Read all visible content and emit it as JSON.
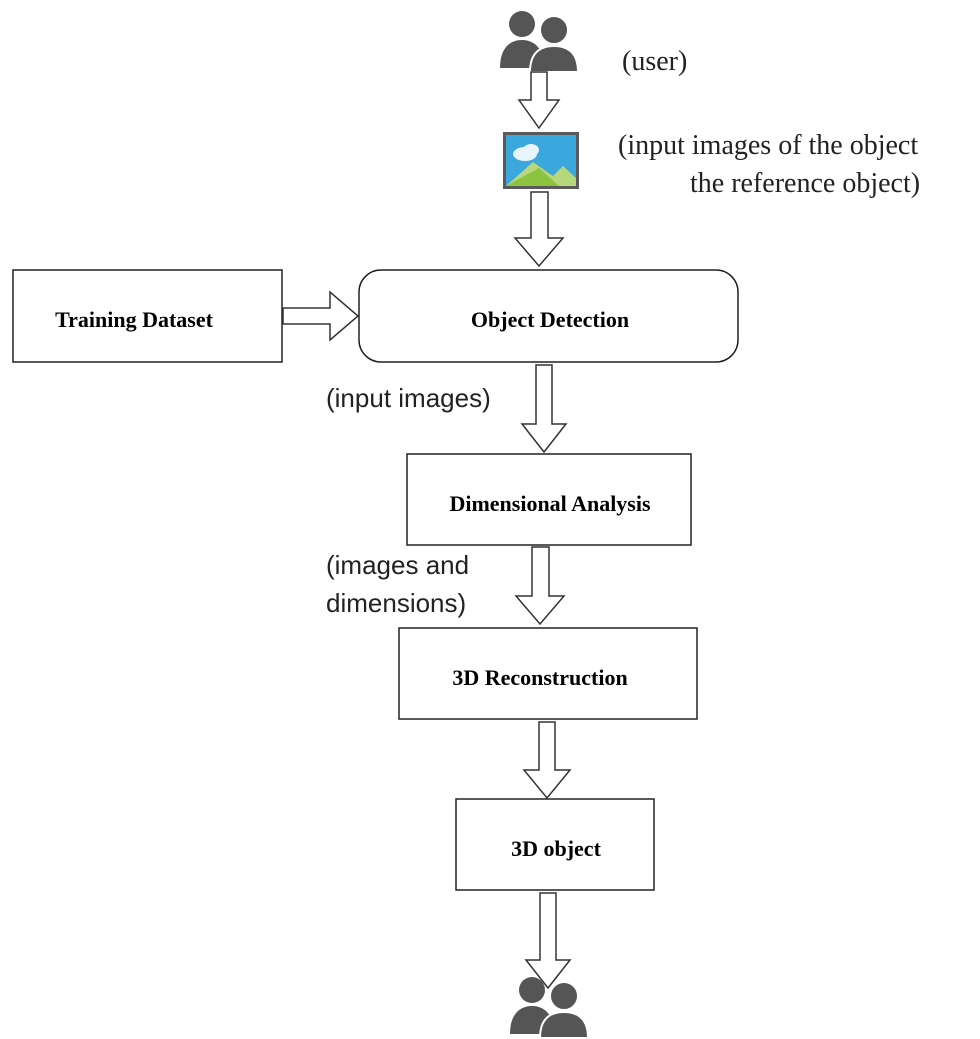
{
  "nodes": {
    "training_dataset": "Training Dataset",
    "object_detection": "Object Detection",
    "dimensional_analysis": "Dimensional Analysis",
    "reconstruction": "3D Reconstruction",
    "object_3d": "3D object"
  },
  "annotations": {
    "user": "(user)",
    "input_images_line1": "(input images of the object",
    "input_images_line2": "the reference object)",
    "input_images": "(input images)",
    "images_dims_line1": "(images and",
    "images_dims_line2": "dimensions)"
  },
  "icons": {
    "top": "users-icon",
    "image": "image-icon",
    "bottom": "users-icon"
  },
  "colors": {
    "icon_gray": "#555555",
    "image_sky": "#3aa7dd",
    "image_hill_front": "#8cc43f",
    "image_hill_back": "#b6d77a",
    "image_cloud": "#e8f4fb"
  }
}
